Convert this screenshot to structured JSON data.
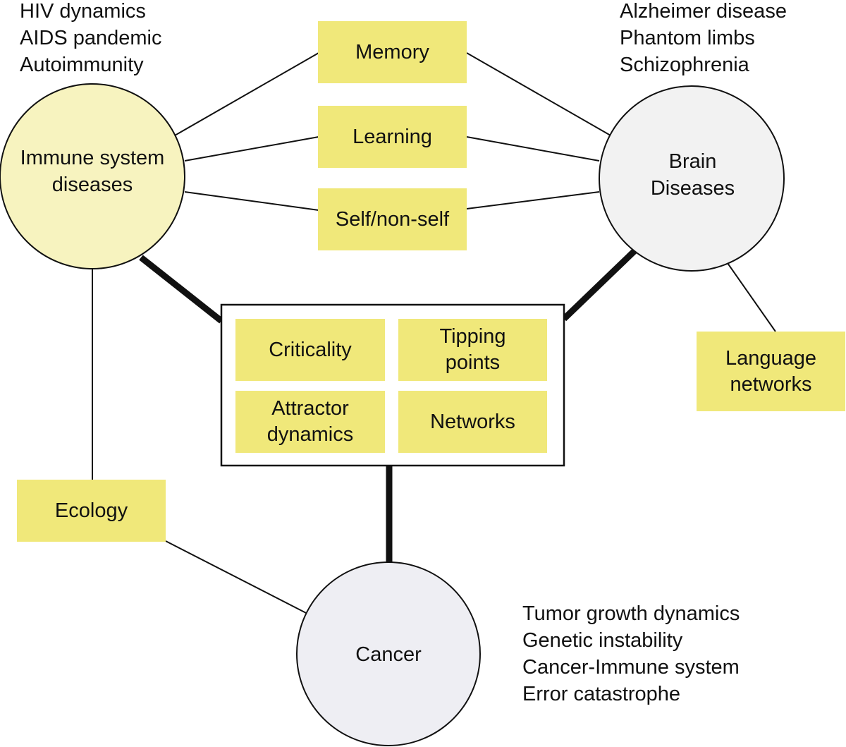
{
  "immune_notes": [
    "HIV dynamics",
    "AIDS pandemic",
    "Autoimmunity"
  ],
  "brain_notes": [
    "Alzheimer disease",
    "Phantom limbs",
    "Schizophrenia"
  ],
  "cancer_notes": [
    "Tumor growth dynamics",
    "Genetic instability",
    "Cancer-Immune system",
    "Error catastrophe"
  ],
  "nodes": {
    "immune": [
      "Immune system",
      "diseases"
    ],
    "brain": [
      "Brain",
      "Diseases"
    ],
    "cancer": [
      "Cancer"
    ]
  },
  "links": {
    "memory": "Memory",
    "learning": "Learning",
    "self_nonself": "Self/non-self",
    "ecology": "Ecology",
    "language": [
      "Language",
      "networks"
    ]
  },
  "core": {
    "criticality": "Criticality",
    "tipping": [
      "Tipping",
      "points"
    ],
    "attractor": [
      "Attractor",
      "dynamics"
    ],
    "networks": "Networks"
  },
  "colors": {
    "box_yellow": "#f0e87a",
    "immune_fill": "#f7f3bf",
    "brain_fill": "#f2f2f2",
    "cancer_fill": "#eeeef3",
    "line": "#111111"
  }
}
